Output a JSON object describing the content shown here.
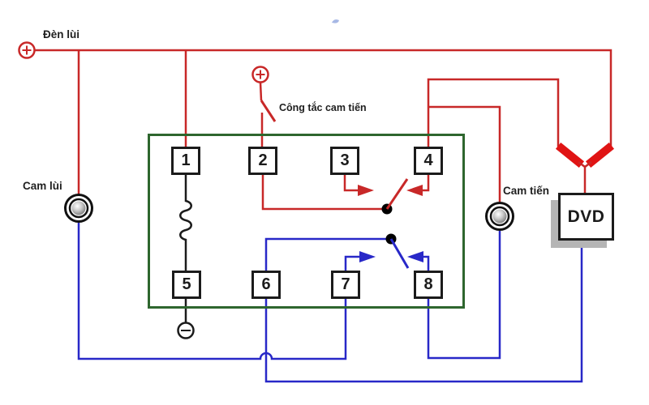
{
  "labels": {
    "reverse_light": "Đèn lùi",
    "forward_cam_switch": "Công tắc cam tiến",
    "reverse_camera": "Cam lùi",
    "forward_camera": "Cam tiến",
    "dvd": "DVD"
  },
  "relay": {
    "pins": [
      "1",
      "2",
      "3",
      "4",
      "5",
      "6",
      "7",
      "8"
    ]
  },
  "symbols": {
    "plus": "+",
    "minus": "−"
  },
  "colors": {
    "power_wire_red": "#c82828",
    "video_wire_blue": "#2828c8",
    "ground_wire_black": "#1b1b1b",
    "relay_outline_green": "#2e662e",
    "diode_bar_red": "#e01414",
    "dvd_shadow_gray": "#b5b5b5"
  },
  "wires": [
    {
      "color": "red",
      "path": "Đèn lùi (+) → chân 1"
    },
    {
      "color": "red",
      "path": "Đèn lùi (+) → Cam lùi"
    },
    {
      "color": "red",
      "path": "Đèn lùi (+) → thanh đỏ phải → DVD"
    },
    {
      "color": "red",
      "path": "Công tắc cam tiến (+) → chân 2"
    },
    {
      "color": "red",
      "path": "chân 4 → thanh đỏ trái → DVD"
    },
    {
      "color": "red",
      "path": "chân 4 → Cam tiến"
    },
    {
      "color": "red",
      "path": "chân 2 → tiếp điểm chung đỏ (giữa chân 3 và 4)"
    },
    {
      "color": "blue",
      "path": "Cam lùi → chân 7"
    },
    {
      "color": "blue",
      "path": "Cam tiến → chân 8"
    },
    {
      "color": "blue",
      "path": "chân 6 → DVD"
    },
    {
      "color": "blue",
      "path": "chân 6 → tiếp điểm chung xanh (giữa chân 7 và 8)"
    },
    {
      "color": "black",
      "path": "chân 1 → cuộn dây → chân 5 → (−)"
    }
  ]
}
